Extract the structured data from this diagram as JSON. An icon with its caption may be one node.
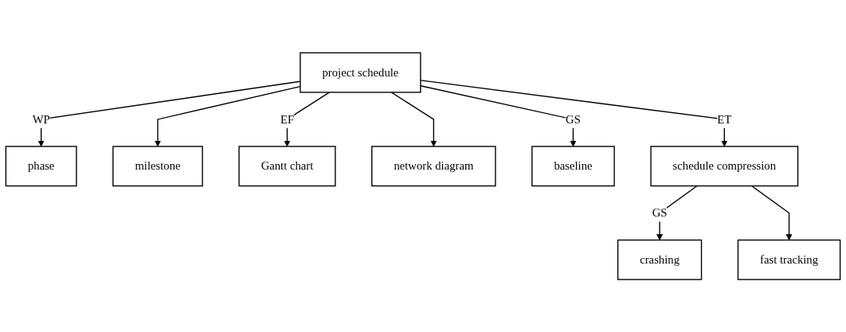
{
  "diagram": {
    "nodes": [
      {
        "text": [
          "project schedule"
        ]
      },
      {
        "text": [
          "phase"
        ]
      },
      {
        "text": [
          "milestone"
        ]
      },
      {
        "text": [
          "Gantt chart"
        ]
      },
      {
        "text": [
          "network diagram"
        ]
      },
      {
        "text": [
          "baseline"
        ]
      },
      {
        "text": [
          "schedule compression"
        ]
      },
      {
        "text": [
          "crashing"
        ]
      },
      {
        "text": [
          "fast tracking"
        ]
      }
    ],
    "edges": [
      {
        "from": 0,
        "to": 1,
        "arrow": "to",
        "label": "WP"
      },
      {
        "from": 0,
        "to": 2,
        "arrow": "to"
      },
      {
        "from": 0,
        "to": 3,
        "arrow": "to",
        "label": "EF"
      },
      {
        "from": 0,
        "to": 4,
        "arrow": "to"
      },
      {
        "from": 0,
        "to": 5,
        "arrow": "to",
        "label": "GS"
      },
      {
        "from": 0,
        "to": 6,
        "arrow": "to",
        "label": "ET"
      },
      {
        "from": 6,
        "to": 7,
        "arrow": "to",
        "label": "GS"
      },
      {
        "from": 6,
        "to": 8,
        "arrow": "to"
      }
    ]
  }
}
